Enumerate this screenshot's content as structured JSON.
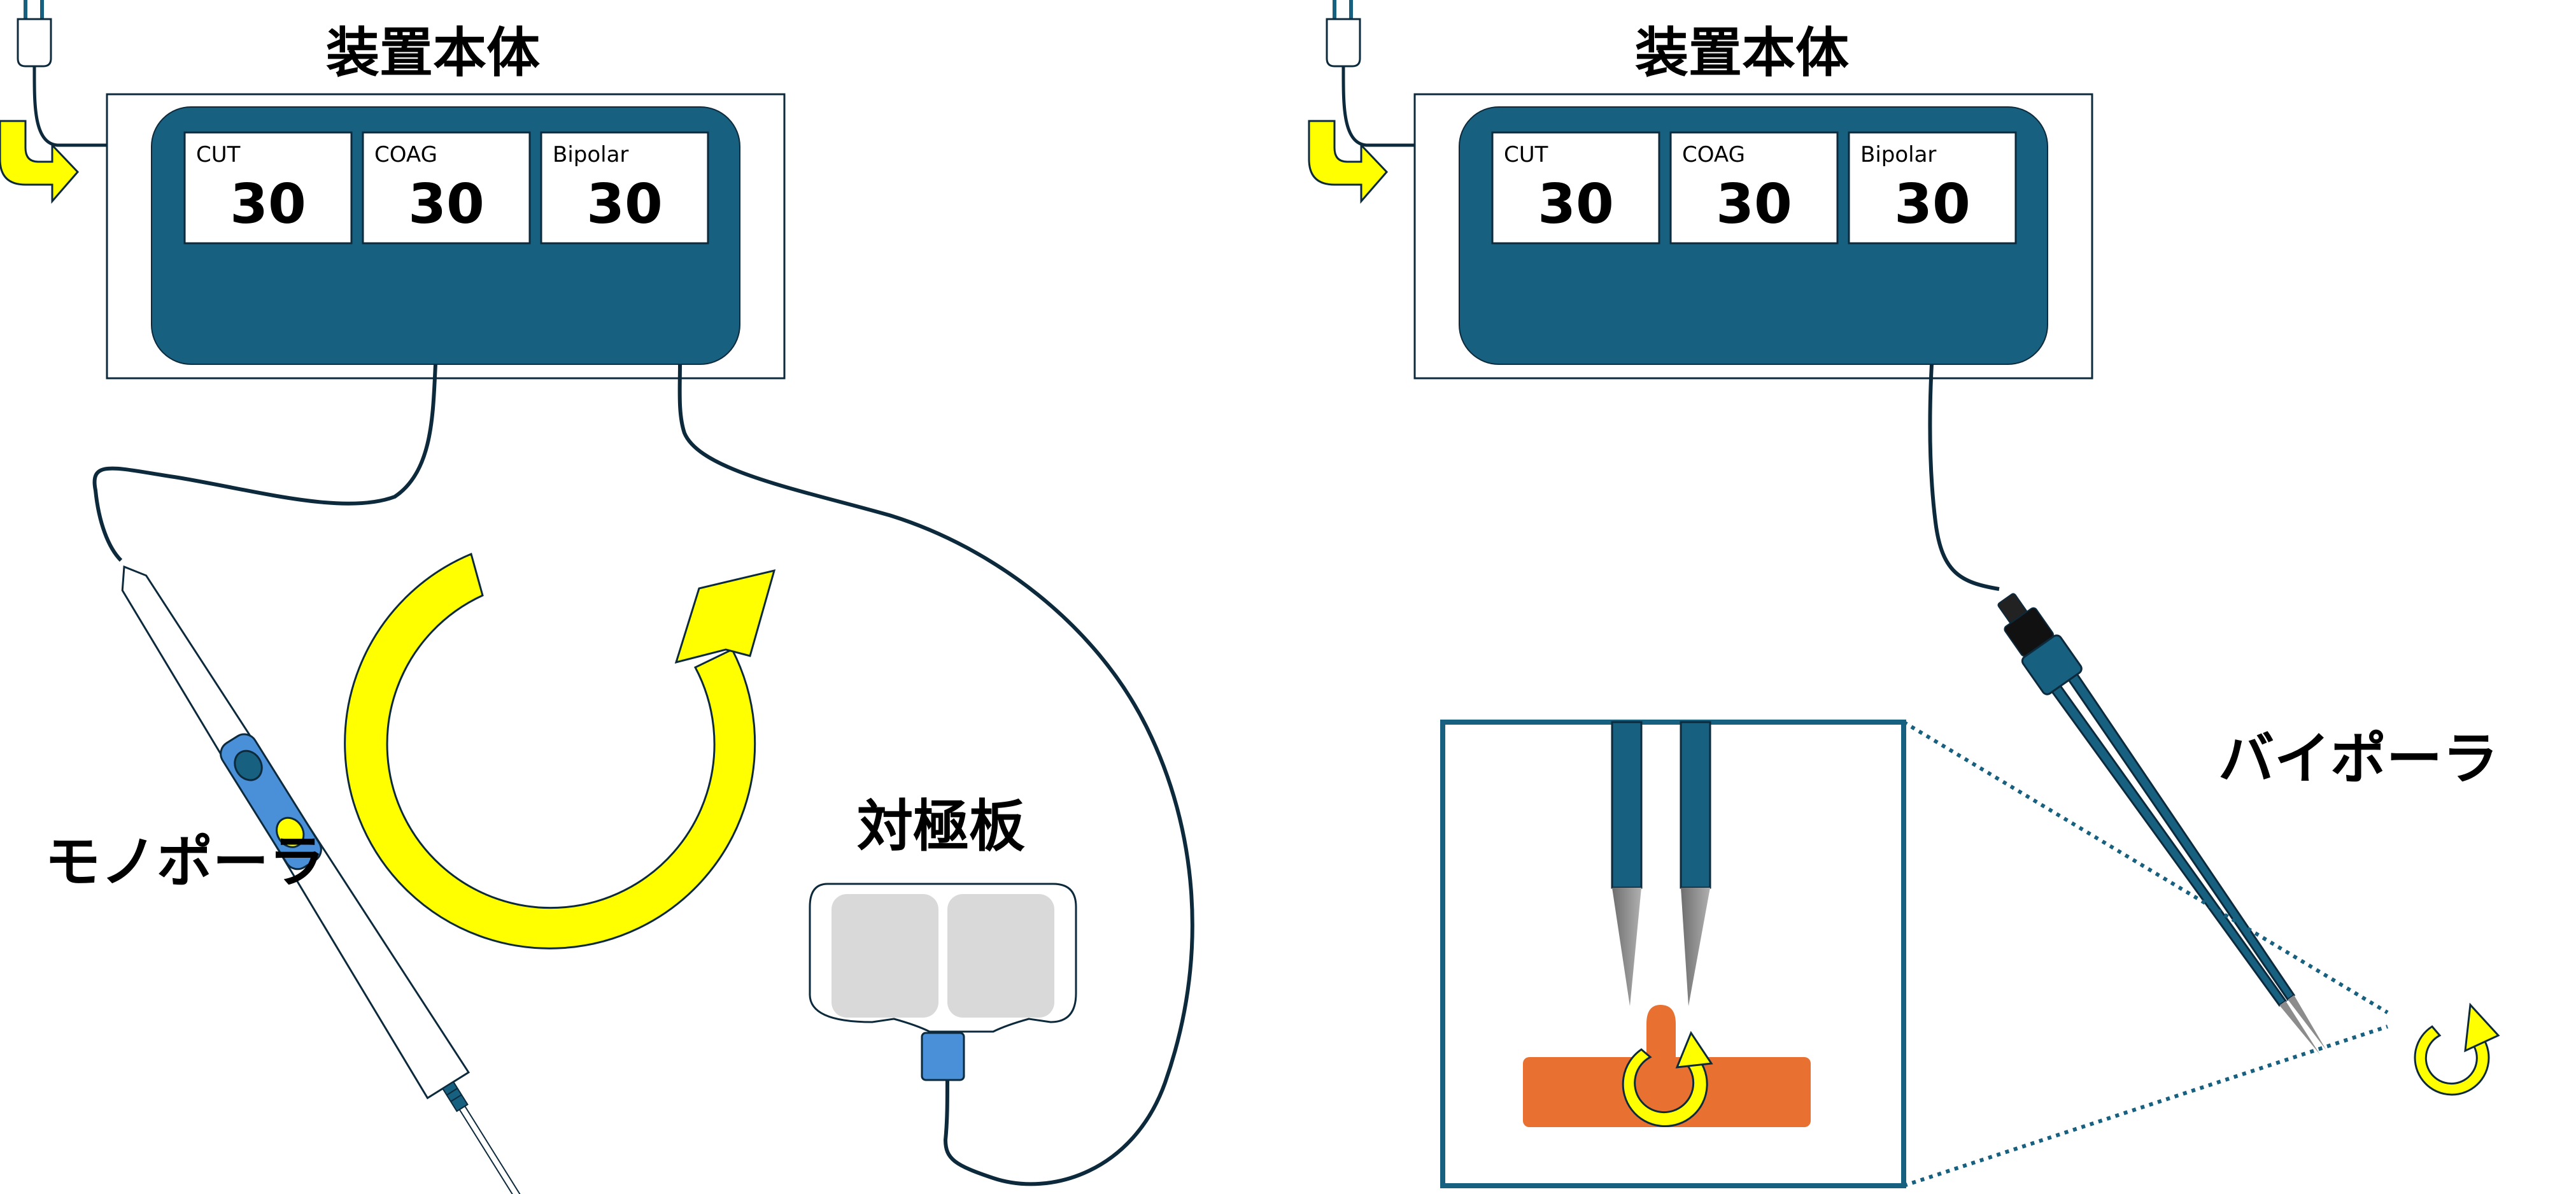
{
  "left": {
    "device_title": "装置本体",
    "panels": [
      {
        "name": "CUT",
        "value": "30"
      },
      {
        "name": "COAG",
        "value": "30"
      },
      {
        "name": "Bipolar",
        "value": "30"
      }
    ],
    "monopolar_label": "モノポーラ",
    "return_electrode_label": "対極板"
  },
  "right": {
    "device_title": "装置本体",
    "panels": [
      {
        "name": "CUT",
        "value": "30"
      },
      {
        "name": "COAG",
        "value": "30"
      },
      {
        "name": "Bipolar",
        "value": "30"
      }
    ],
    "bipolar_label": "バイポーラ"
  },
  "colors": {
    "device_panel": "#17607f",
    "outline": "#0d2a3c",
    "arrow_yellow": "#ffff00",
    "pad_gray": "#d9d9d9",
    "connector_blue": "#4a90d9",
    "tissue_orange": "#e87031",
    "needle_gray": "#8c8c8c"
  }
}
